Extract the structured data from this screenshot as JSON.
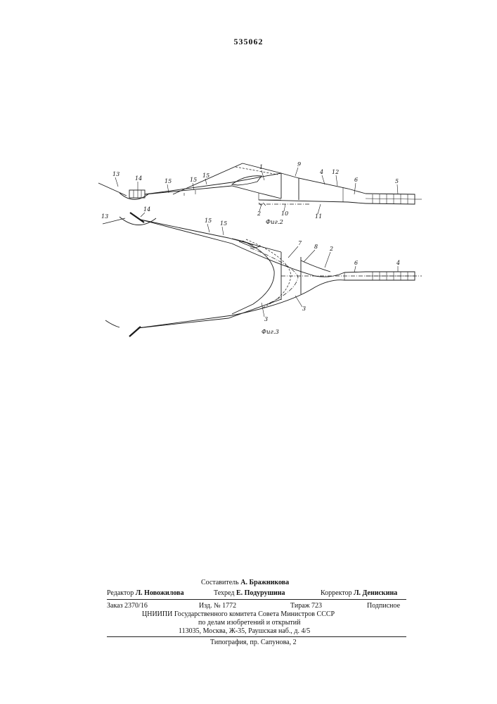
{
  "header": {
    "patent_number": "535062"
  },
  "fig2": {
    "caption": "Фиг.2",
    "labels": {
      "l13": "13",
      "l14": "14",
      "l15a": "15",
      "l15b": "15",
      "l15c": "15",
      "l1": "1",
      "l9": "9",
      "l4": "4",
      "l12": "12",
      "l6": "6",
      "l5": "5",
      "l2": "2",
      "l10": "10",
      "l11": "11"
    }
  },
  "fig3": {
    "caption": "Фиг.3",
    "labels": {
      "l13": "13",
      "l14": "14",
      "l15a": "15",
      "l15b": "15",
      "l7": "7",
      "l8": "8",
      "l2": "2",
      "l6": "6",
      "l4": "4",
      "l3a": "3",
      "l3b": "3"
    }
  },
  "footer": {
    "compiler_label": "Составитель",
    "compiler_name": "А. Бражникова",
    "editor_label": "Редактор",
    "editor_name": "Л. Новожилова",
    "techred_label": "Техред",
    "techred_name": "Е. Подурушина",
    "corrector_label": "Корректор",
    "corrector_name": "Л. Денискина",
    "order": "Заказ 2370/16",
    "izd": "Изд. № 1772",
    "tirazh": "Тираж 723",
    "podpisnoe": "Подписное",
    "org_line1": "ЦНИИПИ Государственного комитета Совета Министров СССР",
    "org_line2": "по делам изобретений и открытий",
    "address": "113035, Москва, Ж-35, Раушская наб., д. 4/5",
    "printer": "Типография, пр. Сапунова, 2"
  }
}
